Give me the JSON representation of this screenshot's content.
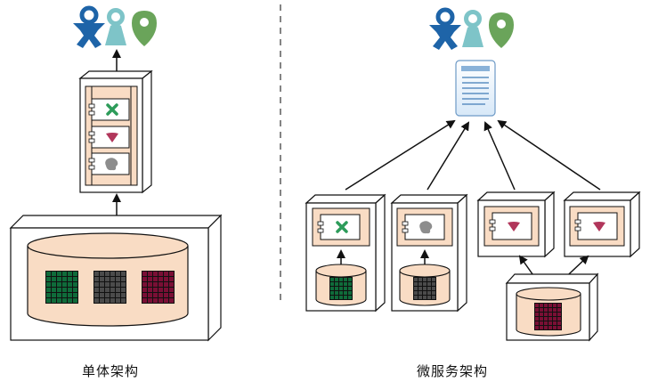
{
  "labels": {
    "monolithic": "单体架构",
    "microservices": "微服务架构"
  },
  "colors": {
    "box_fill": "#ffffff",
    "box_stroke": "#111111",
    "container_fill": "#f9dcc4",
    "green": "#2d9c5a",
    "gray": "#8d8d8d",
    "red_triangle": "#b1365b",
    "db_green": "#0f6b3a",
    "db_gray": "#4b4b4b",
    "db_red": "#7a0f35",
    "user_blue": "#1e64a8",
    "user_teal": "#7ec4c8",
    "user_green": "#6aa45a"
  },
  "icons": {
    "users": [
      "person-icon-blue",
      "person-icon-teal",
      "person-icon-green"
    ],
    "service_glyphs": [
      "x-glyph-icon",
      "triangle-glyph-icon",
      "blob-glyph-icon"
    ],
    "document": "document-icon"
  }
}
